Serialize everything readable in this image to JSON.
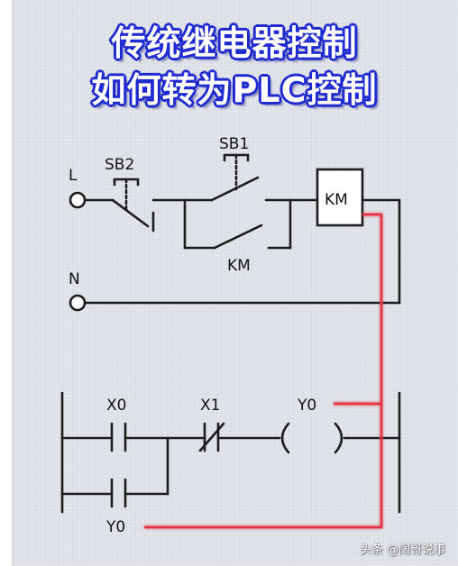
{
  "title": {
    "line1": "传统继电器控制",
    "line2": "如何转为PLC控制"
  },
  "relay_circuit": {
    "terminal_live": "L",
    "terminal_neutral": "N",
    "stop_button": "SB2",
    "start_button": "SB1",
    "coil": "KM",
    "self_hold_contact": "KM"
  },
  "ladder": {
    "input_start": "X0",
    "input_stop": "X1",
    "output_coil": "Y0",
    "hold_contact": "Y0"
  },
  "colors": {
    "title_text": "#ffffff",
    "title_outline": "#1f2bd0",
    "wire": "#1c1c1c",
    "mapping_line": "#e5323f",
    "background": "#dfe1e8"
  },
  "watermark": "头条 @阔哥说事"
}
